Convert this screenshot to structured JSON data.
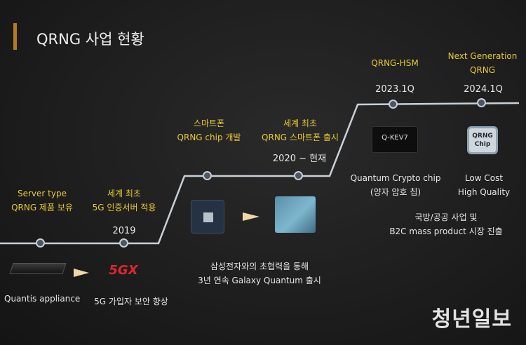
{
  "title": "QRNG 사업 현황",
  "stages": [
    {
      "header": [
        "Server type",
        "QRNG 제품 보유"
      ],
      "date": "",
      "caption": [
        "Quantis appliance"
      ]
    },
    {
      "header": [
        "세계 최초",
        "5G 인증서버 적용"
      ],
      "date": "2019",
      "caption": [
        "5G 가입자 보안 향상"
      ]
    },
    {
      "header": [
        "스마트폰",
        "QRNG chip 개발"
      ],
      "date": "",
      "caption": []
    },
    {
      "header": [
        "세계 최초",
        "QRNG 스마트폰 출시"
      ],
      "date": "2020 ~ 현재",
      "caption": [
        "삼성전자와의 초협력을 통해",
        "3년 연속 Galaxy Quantum 출시"
      ]
    },
    {
      "header": [
        "QRNG-HSM"
      ],
      "date": "2023.1Q",
      "caption": [
        "Quantum Crypto chip",
        "(양자 암호 칩)"
      ]
    },
    {
      "header": [
        "Next Generation",
        "QRNG"
      ],
      "date": "2024.1Q",
      "caption": [
        "Low Cost",
        "High Quality"
      ]
    }
  ],
  "bottom_note": [
    "국방/공공 사업 및",
    "B2C mass product 시장 진출"
  ],
  "badges": {
    "fivegx": "5GX",
    "qkev7": "Q-KEV7",
    "qrng_chip": [
      "QRNG",
      "Chip"
    ]
  },
  "watermark": "청년일보",
  "colors": {
    "accent_yellow": "#e8c92d",
    "title_bar": "#b7781f",
    "line": "#c9d0d6",
    "fivegx_red": "#e0262f"
  }
}
